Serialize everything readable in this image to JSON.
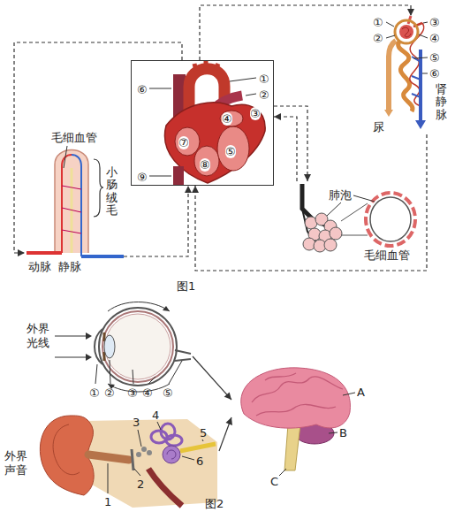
{
  "diagram": {
    "nodes": [
      {
        "text": [
          "①",
          "②",
          "③",
          "④",
          "⑤",
          "⑥",
          "⑦",
          "⑧",
          "⑨"
        ]
      },
      {
        "text": [
          "①",
          "②",
          "③",
          "④",
          "⑤",
          "⑥",
          "肾静脉",
          "尿"
        ]
      },
      {
        "text": [
          "肺泡",
          "毛细血管"
        ]
      },
      {
        "text": [
          "毛细血管",
          "小肠绒毛",
          "动脉",
          "静脉"
        ]
      },
      {
        "text": [
          "外界光线",
          "①",
          "②",
          "③",
          "④",
          "⑤"
        ]
      },
      {
        "text": [
          "外界声音",
          "1",
          "2",
          "3",
          "4",
          "5",
          "6"
        ]
      },
      {
        "text": [
          "A",
          "B",
          "C"
        ]
      }
    ],
    "edges": [
      {
        "from": 0,
        "to": 1,
        "arrow": "to"
      },
      {
        "from": 1,
        "to": 0,
        "arrow": "to"
      },
      {
        "from": 0,
        "to": 2,
        "arrow": "to"
      },
      {
        "from": 2,
        "to": 0,
        "arrow": "to"
      },
      {
        "from": 0,
        "to": 3,
        "arrow": "to"
      },
      {
        "from": 3,
        "to": 0,
        "arrow": "to"
      },
      {
        "from": 4,
        "to": 6,
        "arrow": "to"
      },
      {
        "from": 5,
        "to": 6,
        "arrow": "to"
      }
    ],
    "labels": [
      "图1",
      "图2"
    ]
  }
}
